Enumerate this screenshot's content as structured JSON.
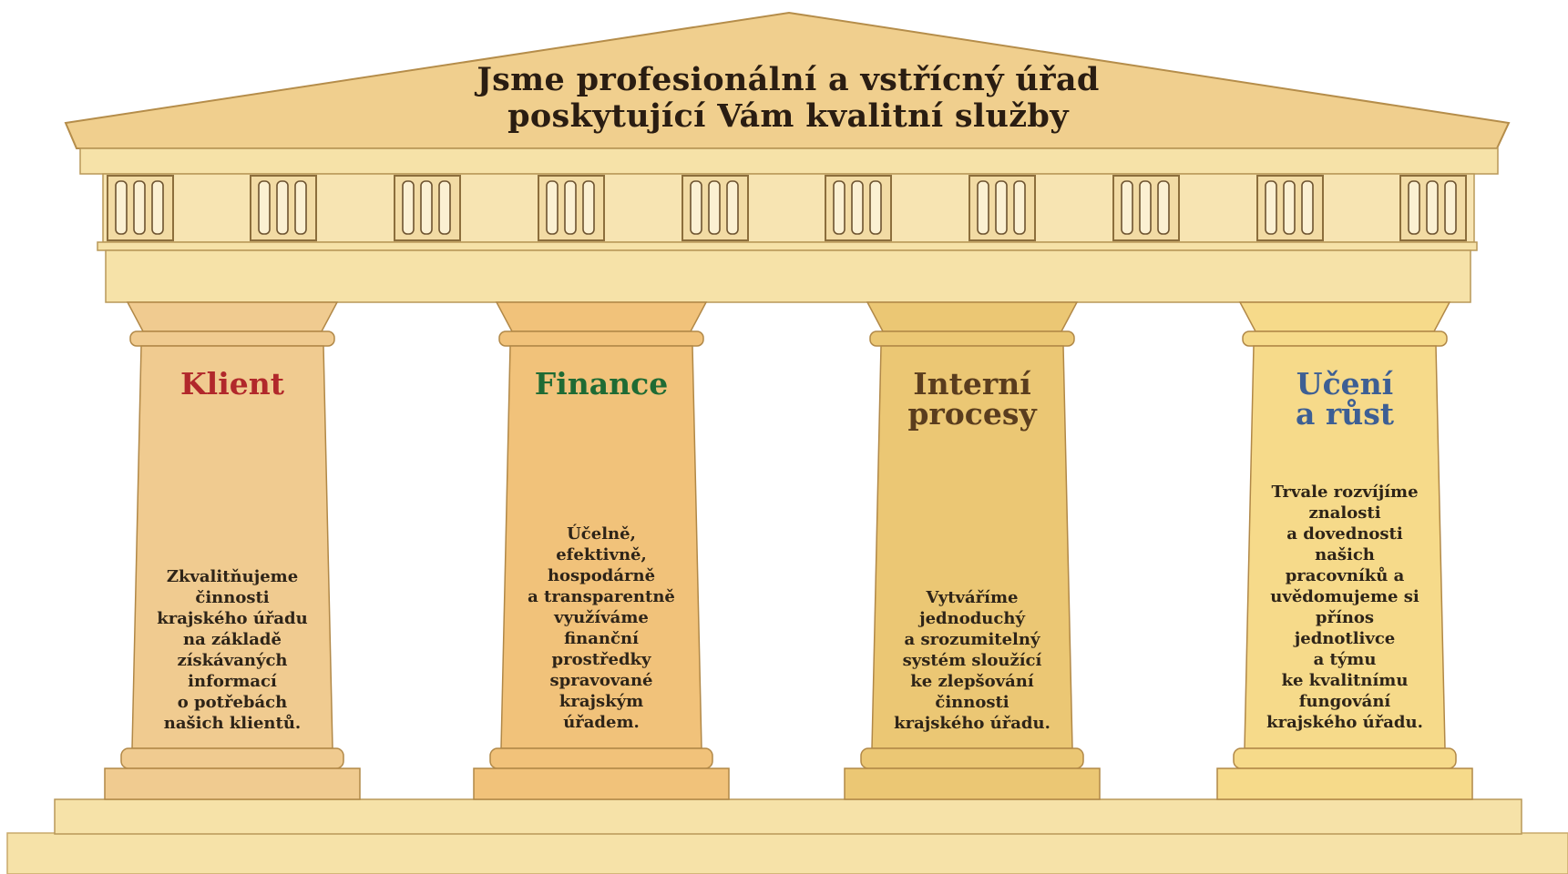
{
  "roof": {
    "title_line1": "Jsme profesionální a vstřícný úřad",
    "title_line2": "poskytující Vám kvalitní služby"
  },
  "colors": {
    "roof": "#f0cf8e",
    "frieze": "#f5dfaa",
    "base": "#f6e2a8",
    "title_klient": "#b1282b",
    "title_finance": "#1f6b34",
    "title_interni": "#5a3d1e",
    "title_uceni": "#3d5f94"
  },
  "pillars": [
    {
      "title": [
        "Klient"
      ],
      "text": [
        "Zkvalitňujeme",
        "činnosti",
        "krajského úřadu",
        "na základě",
        "získávaných",
        "informací",
        "o potřebách",
        "našich klientů."
      ]
    },
    {
      "title": [
        "Finance"
      ],
      "text": [
        "Účelně,",
        "efektivně,",
        "hospodárně",
        "a transparentně",
        "využíváme",
        "finanční",
        "prostředky",
        "spravované",
        "krajským",
        "úřadem."
      ]
    },
    {
      "title": [
        "Interní",
        "procesy"
      ],
      "text": [
        "Vytváříme",
        "jednoduchý",
        "a srozumitelný",
        "systém sloužící",
        "ke zlepšování",
        "činnosti",
        "krajského úřadu."
      ]
    },
    {
      "title": [
        "Učení",
        "a růst"
      ],
      "text": [
        "Trvale rozvíjíme",
        "znalosti",
        "a dovednosti",
        "našich",
        "pracovníků a",
        "uvědomujeme si",
        "přínos",
        "jednotlivce",
        "a týmu",
        "ke kvalitnímu",
        "fungování",
        "krajského úřadu."
      ]
    }
  ]
}
